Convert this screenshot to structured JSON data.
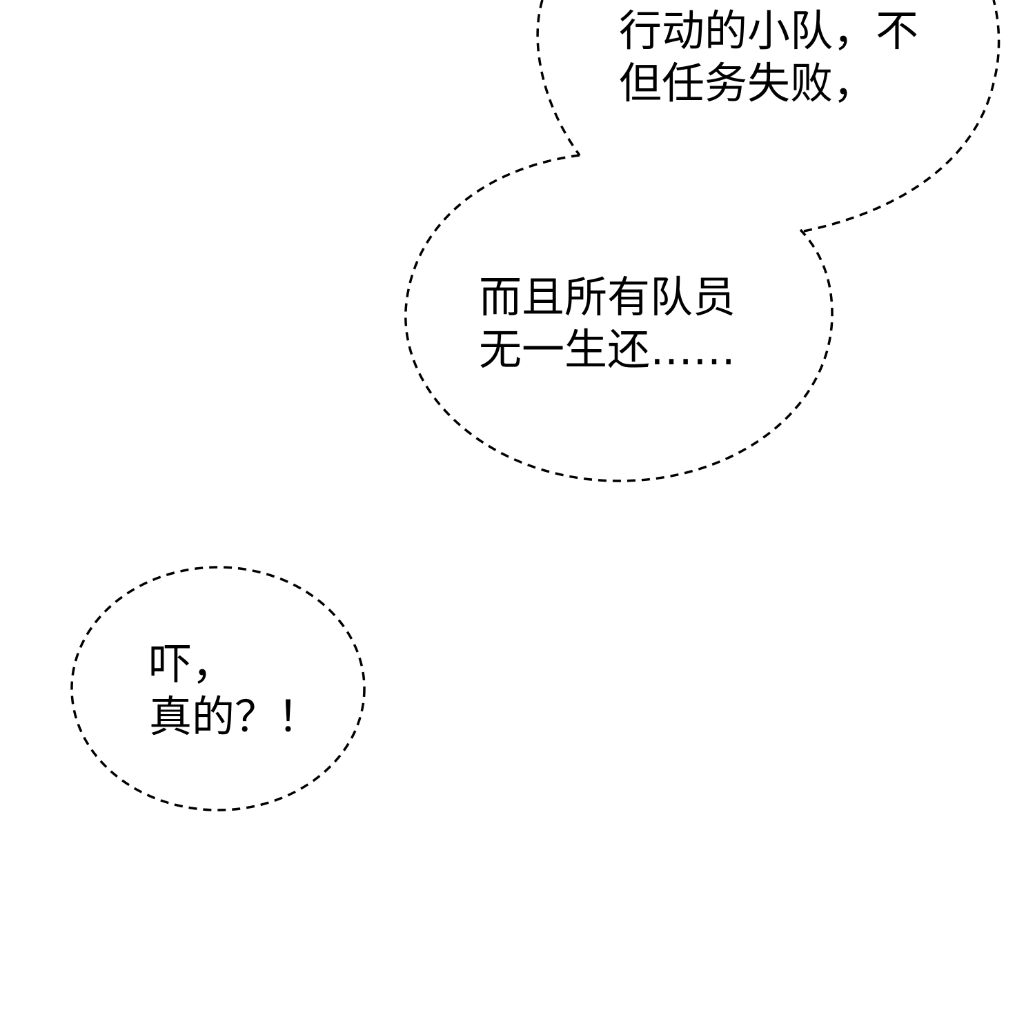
{
  "speech_bubbles": [
    {
      "lines": [
        "行动的小队，不",
        "但任务失败，"
      ]
    },
    {
      "lines": [
        "而且所有队员",
        "无一生还……"
      ]
    },
    {
      "lines": [
        "吓，",
        "真的？！"
      ]
    }
  ],
  "colors": {
    "background": "#ffffff",
    "outline": "#000000",
    "text": "#000000"
  }
}
